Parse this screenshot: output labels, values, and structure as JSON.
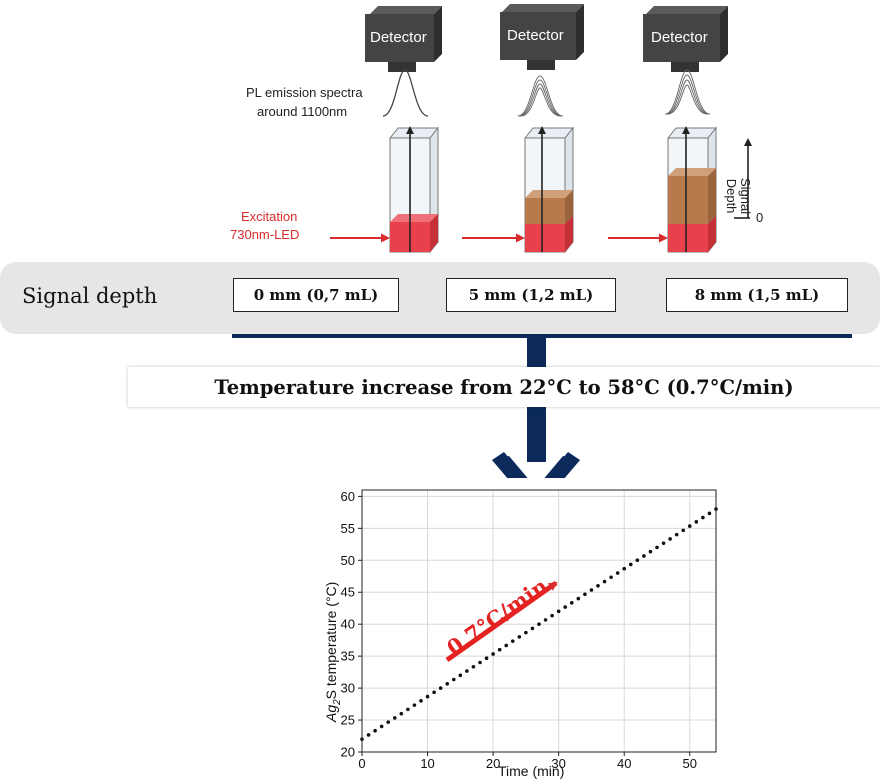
{
  "detectors": [
    "Detector",
    "Detector",
    "Detector"
  ],
  "pl_label": [
    "PL emission spectra",
    "around 1100nm"
  ],
  "excitation_label": [
    "Excitation",
    "730nm-LED"
  ],
  "depth_axis": {
    "title": [
      "Signal",
      "Depth"
    ],
    "zero": "0"
  },
  "signal_depth_label": "Signal depth",
  "depth_boxes": [
    "0 mm (0,7 mL)",
    "5 mm (1,2 mL)",
    "8 mm (1,5 mL)"
  ],
  "temperature_title": "Temperature increase from 22°C to 58°C (0.7°C/min)",
  "colors": {
    "navy": "#0b2a5b",
    "red": "#d92b2b",
    "sample_red": "#e8414b",
    "brown": "#b67a4c"
  },
  "chart_data": {
    "type": "scatter",
    "title": "",
    "xlabel": "Time (min)",
    "ylabel_parts": [
      "Ag",
      "2",
      "S temperature (°C)"
    ],
    "xlim": [
      0,
      54
    ],
    "ylim": [
      20,
      61
    ],
    "xticks": [
      0,
      10,
      20,
      30,
      40,
      50
    ],
    "yticks": [
      20,
      25,
      30,
      35,
      40,
      45,
      50,
      55,
      60
    ],
    "grid": true,
    "series": [
      {
        "x_start": 0,
        "x_step": 1,
        "count": 55,
        "y_start": 22.0,
        "y_slope": 0.667
      }
    ],
    "annotation": "0.7°C/min"
  }
}
